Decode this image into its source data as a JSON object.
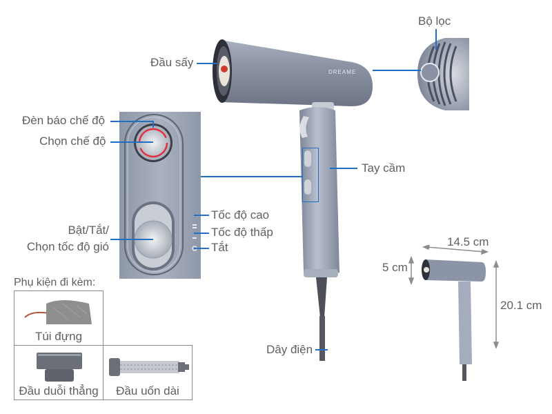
{
  "product": {
    "brand_mark": "DREAME"
  },
  "labels": {
    "dau_say": "Đầu sấy",
    "bo_loc": "Bộ lọc",
    "den_bao_che_do": "Đèn báo chế độ",
    "chon_che_do": "Chọn chế độ",
    "tay_cam": "Tay cầm",
    "toc_do_cao": "Tốc độ cao",
    "toc_do_thap": "Tốc độ thấp",
    "tat": "Tắt",
    "bat_tat_line1": "Bật/Tắt/",
    "bat_tat_line2": "Chọn tốc độ gió",
    "day_dien": "Dây điện"
  },
  "dimensions": {
    "length": "14.5 cm",
    "diameter": "5 cm",
    "height": "20.1 cm"
  },
  "accessories": {
    "title": "Phụ kiện đi kèm:",
    "items": [
      {
        "label": "Túi đựng"
      },
      {
        "label": "Đầu duỗi thẳng"
      },
      {
        "label": "Đầu uốn dài"
      }
    ]
  },
  "colors": {
    "callout_line": "#1f6fc4",
    "body_metal": "#8a93a6",
    "mode_ring": "#e0303f",
    "label_text": "#5f5f5f"
  }
}
